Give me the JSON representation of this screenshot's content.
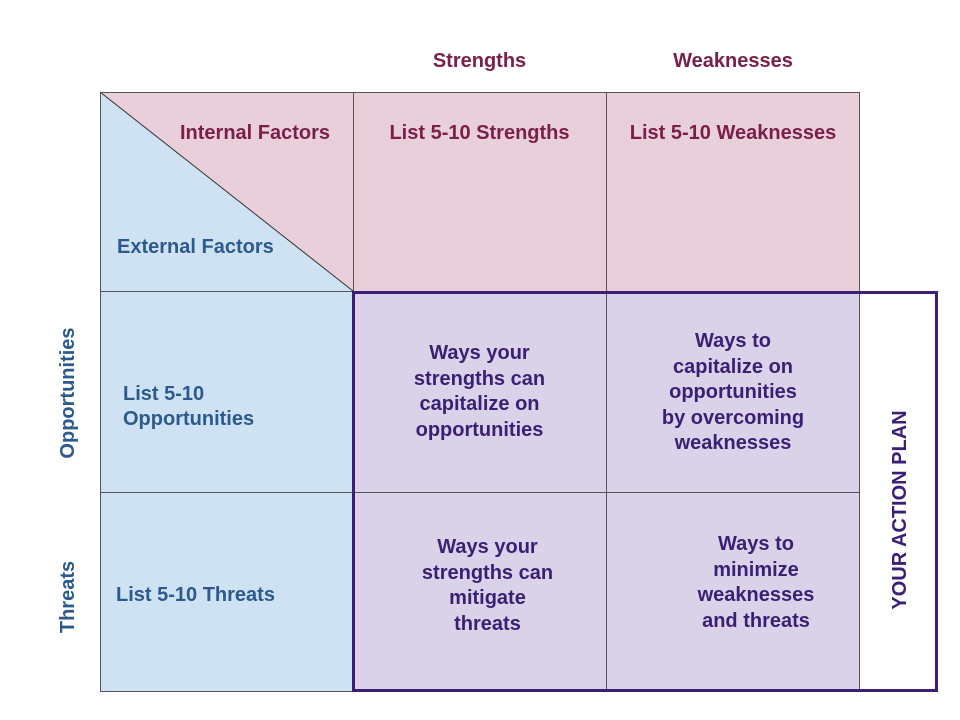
{
  "columns": {
    "strengths": "Strengths",
    "weaknesses": "Weaknesses"
  },
  "rows": {
    "opportunities": "Opportunities",
    "threats": "Threats"
  },
  "corner": {
    "internal": "Internal Factors",
    "external": "External Factors"
  },
  "header_cells": {
    "strengths": "List 5-10 Strengths",
    "weaknesses": "List 5-10 Weaknesses"
  },
  "row_cells": {
    "opportunities_line1": "List 5-10",
    "opportunities_line2": "Opportunities",
    "threats": "List 5-10 Threats"
  },
  "strategies": {
    "so": [
      "Ways your",
      "strengths can",
      "capitalize on",
      "opportunities"
    ],
    "wo": [
      "Ways to",
      "capitalize on",
      "opportunities",
      "by overcoming",
      "weaknesses"
    ],
    "st": [
      "Ways your",
      "strengths can",
      "mitigate",
      "threats"
    ],
    "wt": [
      "Ways to",
      "minimize",
      "weaknesses",
      "and threats"
    ]
  },
  "action_plan": "YOUR ACTION PLAN",
  "colors": {
    "pink": "#e8cfd9",
    "blue": "#cfe2f3",
    "lavender": "#d9d2e9",
    "maroon": "#7a1f4a",
    "navy": "#2c5a8c",
    "purple": "#3b1f75"
  }
}
